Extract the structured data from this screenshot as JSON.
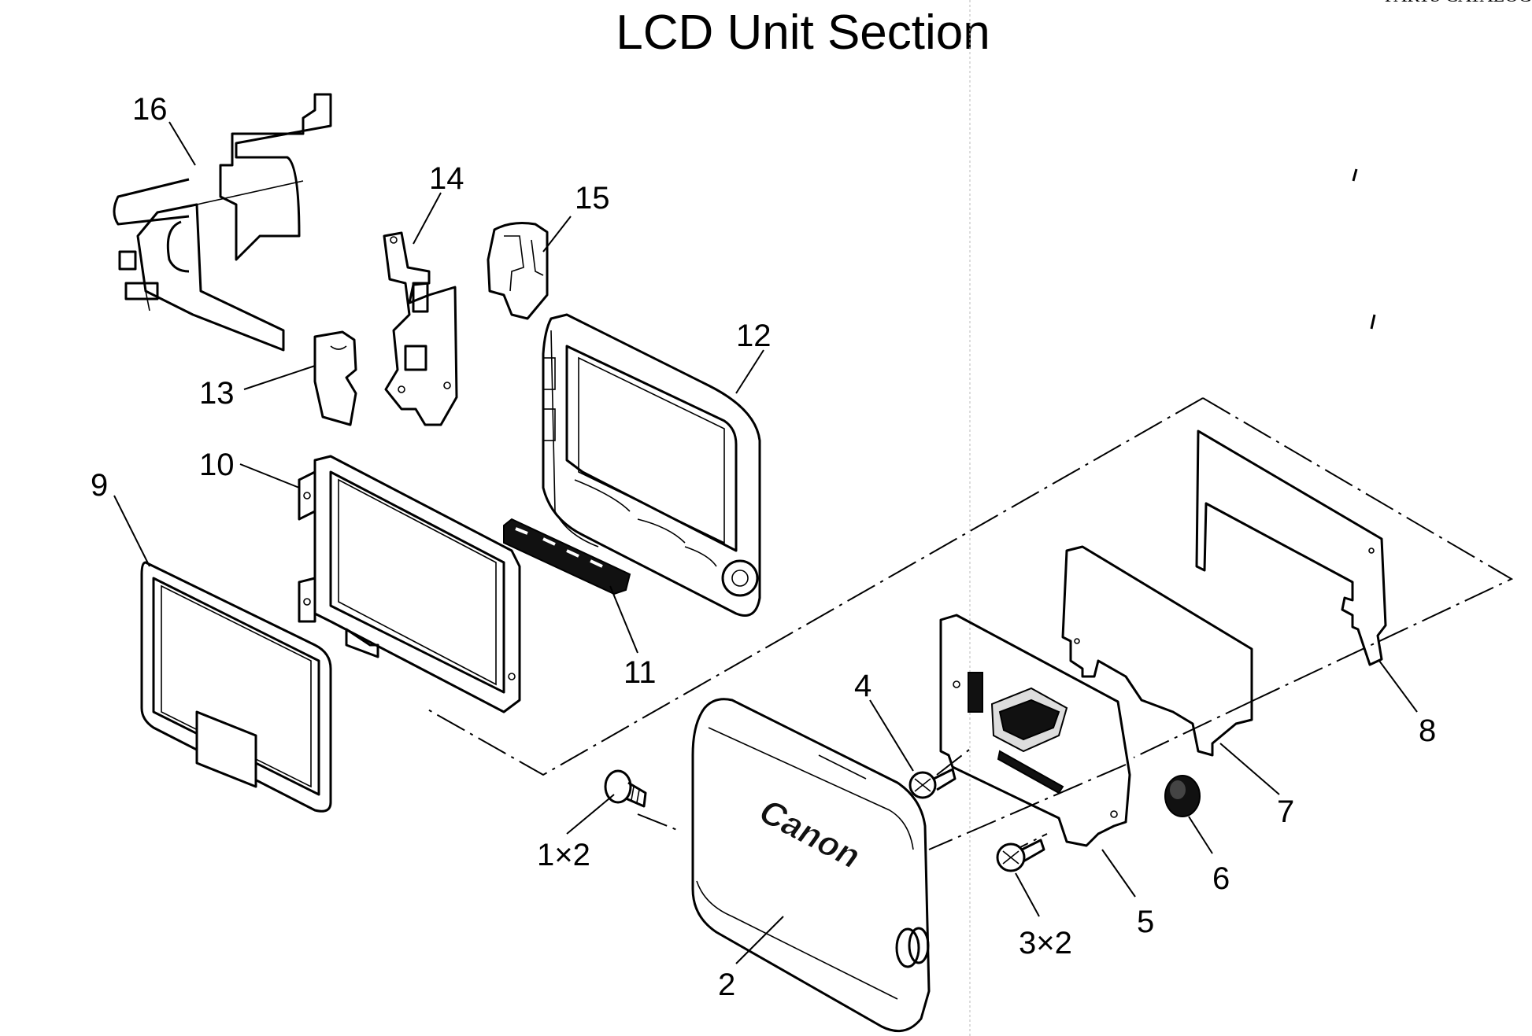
{
  "title": "LCD Unit Section",
  "corner_header": "PARTS CATALOG",
  "brand_logo": "Canon",
  "callouts": [
    "16",
    "14",
    "15",
    "12",
    "13",
    "10",
    "9",
    "11",
    "4",
    "8",
    "1×2",
    "7",
    "6",
    "5",
    "3×2",
    "2"
  ]
}
